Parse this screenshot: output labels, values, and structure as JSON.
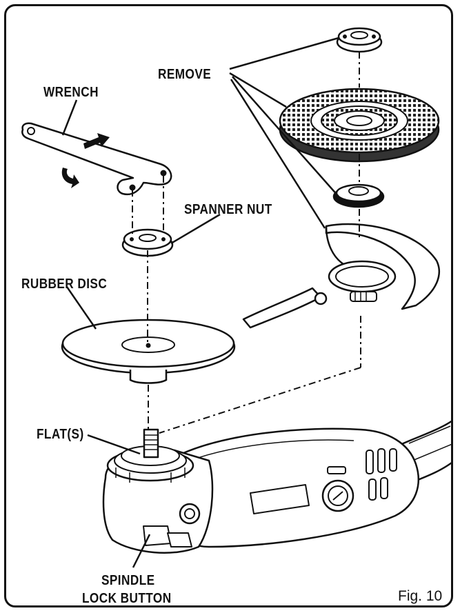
{
  "labels": {
    "wrench": "WRENCH",
    "remove": "REMOVE",
    "spanner_nut": "SPANNER NUT",
    "rubber_disc": "RUBBER DISC",
    "flats": "FLAT(S)",
    "spindle_lock_line1": "SPINDLE",
    "spindle_lock_line2": "LOCK BUTTON"
  },
  "figure": {
    "caption": "Fig. 10"
  }
}
